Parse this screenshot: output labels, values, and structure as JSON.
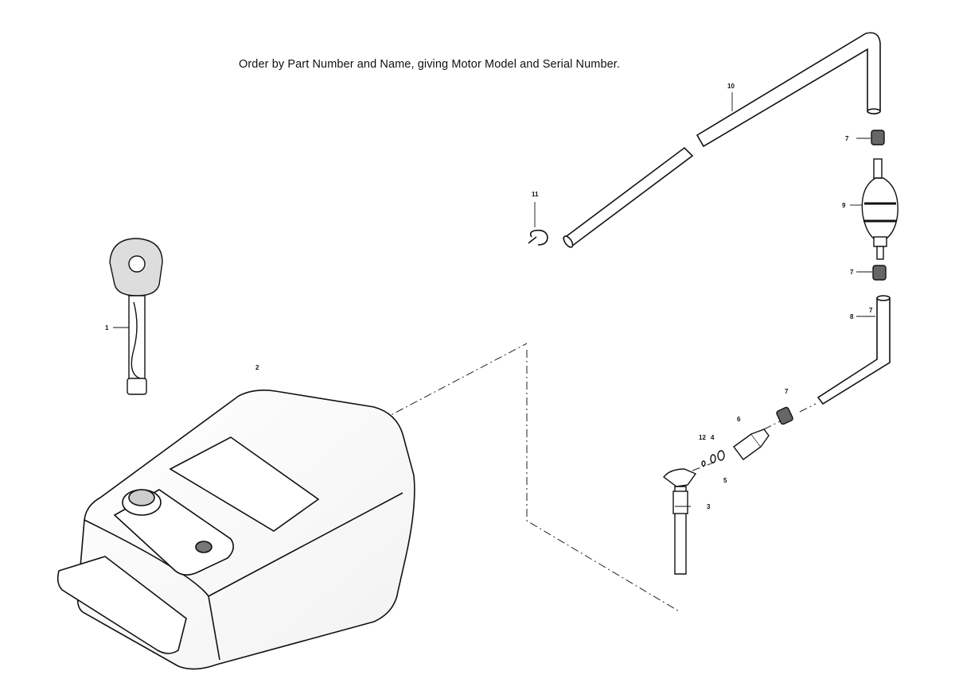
{
  "header": {
    "title": "Order by Part Number and Name, giving Motor Model and Serial Number."
  },
  "callouts": [
    "1",
    "2",
    "3",
    "4",
    "5",
    "6",
    "7",
    "7",
    "7",
    "7",
    "8",
    "9",
    "10",
    "11",
    "12"
  ],
  "colors": {
    "ink": "#111111",
    "paper": "#ffffff"
  }
}
